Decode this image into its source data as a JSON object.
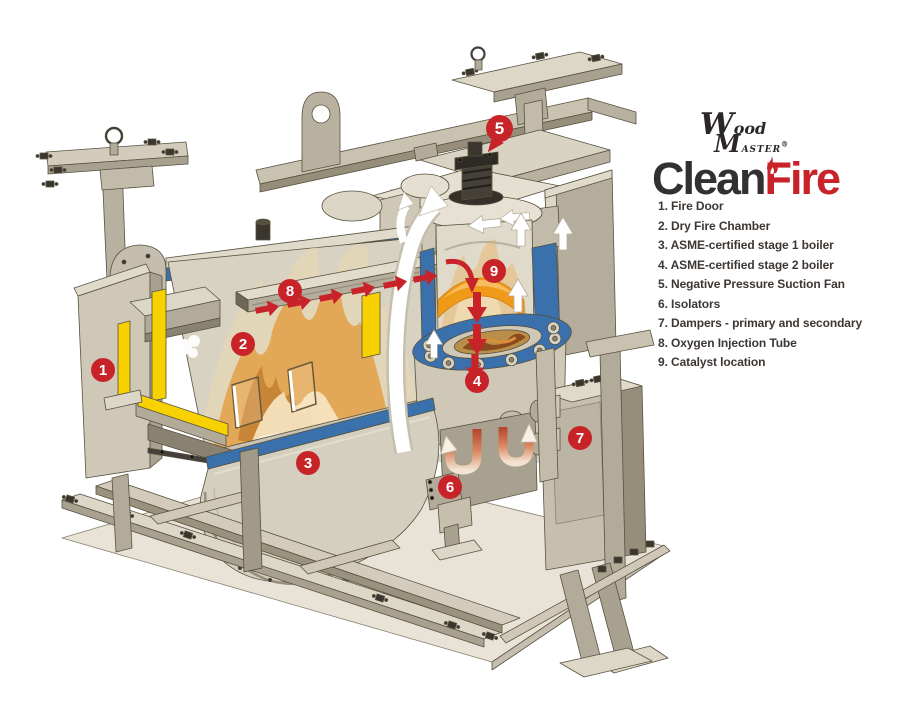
{
  "brand": {
    "script_top": "Wood",
    "script_bottom": "Master",
    "reg_mark": "®",
    "wordmark_primary": "Clean",
    "wordmark_secondary": "Fire",
    "colors": {
      "wordmark_dark": "#323031",
      "wordmark_red": "#c9232a"
    }
  },
  "legend": {
    "items": [
      "1. Fire Door",
      "2. Dry Fire Chamber",
      "3. ASME-certified stage 1 boiler",
      "4. ASME-certified stage 2 boiler",
      "5. Negative Pressure Suction Fan",
      "6. Isolators",
      "7. Dampers - primary and secondary",
      "8. Oxygen Injection Tube",
      "9. Catalyst location"
    ],
    "text_color": "#3d3733"
  },
  "callouts": {
    "numbers": [
      "1",
      "2",
      "3",
      "4",
      "5",
      "6",
      "7",
      "8",
      "9"
    ],
    "badge_color": "#c9232a"
  },
  "diagram_colors": {
    "body_tan": "#d6d0c0",
    "accent_blue": "#3a70ab",
    "insulation_yellow": "#f7d100",
    "catalyst_orange": "#f09a1a",
    "flame_orange": "#e2a24c",
    "arrow_red": "#c9232a",
    "arrow_white": "#ffffff"
  }
}
